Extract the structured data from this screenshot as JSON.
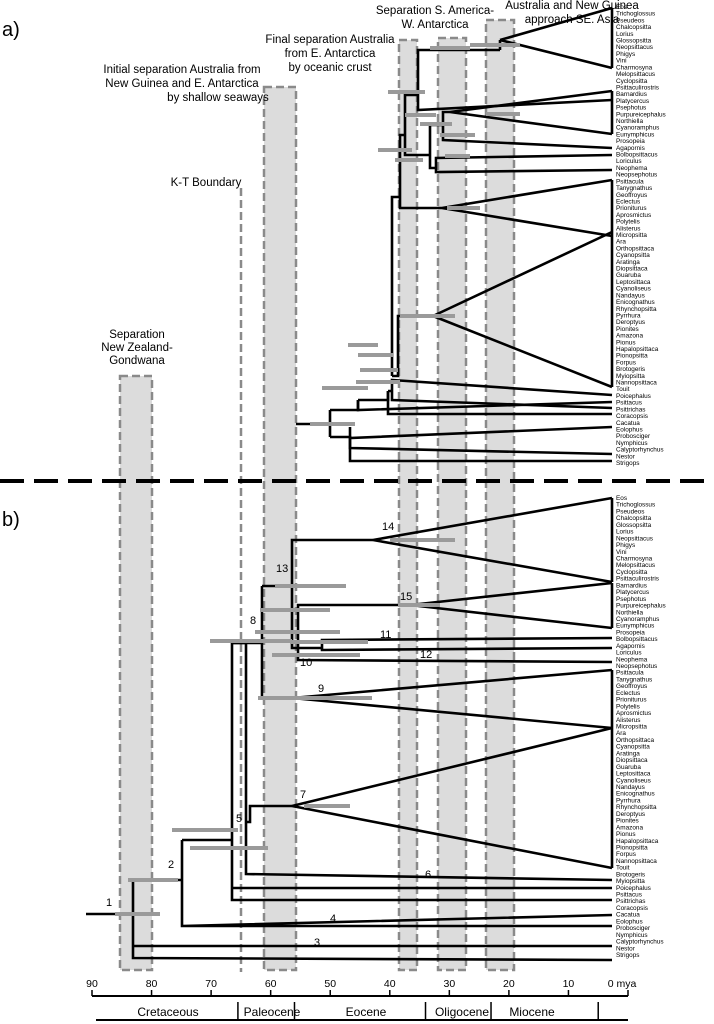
{
  "panels": {
    "a": "a)",
    "b": "b)"
  },
  "events": {
    "nz_gondwana": [
      "Separation",
      "New Zealand-",
      "Gondwana"
    ],
    "kt": [
      "K-T Boundary"
    ],
    "initial_aus": [
      "Initial separation Australia  from",
      "New Guinea and E. Antarctica",
      "by shallow seaways"
    ],
    "final_aus": [
      "Final separation Australia",
      "from E. Antarctica",
      "by oceanic crust"
    ],
    "sam_want": [
      "Separation S. America-",
      "W. Antarctica"
    ],
    "aus_ng": [
      "Australia and New Guinea",
      "approach SE. Asia"
    ]
  },
  "taxa_a": [
    "Eos",
    "Trichoglossus",
    "Pseudeos",
    "Chalcopsitta",
    "Lorius",
    "Glossopsitta",
    "Neopsittacus",
    "Phigys",
    "Vini",
    "Charmosyna",
    "Melopsittacus",
    "Cyclopsitta",
    "Psittaculirostris",
    "Barnardius",
    "Platycercus",
    "Psephotus",
    "Purpureicephalus",
    "Northiella",
    "Cyanoramphus",
    "Eunymphicus",
    "Prosopeia",
    "Agapornis",
    "Bolbopsittacus",
    "Loriculus",
    "Neophema",
    "Neopsephotus",
    "Psittacula",
    "Tanygnathus",
    "Geoffroyus",
    "Eclectus",
    "Prioniturus",
    "Aprosmictus",
    "Polytelis",
    "Alisterus",
    "Micropsitta",
    "Ara",
    "Orthopsittaca",
    "Cyanopsitta",
    "Aratinga",
    "Diopsittaca",
    "Guaruba",
    "Leptosittaca",
    "Cyanoliseus",
    "Nandayus",
    "Enicognathus",
    "Rhynchopsitta",
    "Pyrrhura",
    "Deroptyus",
    "Pionites",
    "Amazona",
    "Pionus",
    "Hapalopsittaca",
    "Pionopsitta",
    "Forpus",
    "Brotogeris",
    "Myiopsitta",
    "Nannopsittaca",
    "Touit",
    "Poicephalus",
    "Psittacus",
    "Psittrichas",
    "Coracopsis",
    "Cacatua",
    "Eolophus",
    "Probosciger",
    "Nymphicus",
    "Calyptorhynchus",
    "Nestor",
    "Strigops"
  ],
  "taxa_b": [
    "Eos",
    "Trichoglossus",
    "Pseudeos",
    "Chalcopsitta",
    "Glossopsitta",
    "Lorius",
    "Neopsittacus",
    "Phigys",
    "Vini",
    "Charmosyna",
    "Melopsittacus",
    "Cyclopsitta",
    "Psittaculirostris",
    "Barnardius",
    "Platycercus",
    "Psephotus",
    "Purpureicephalus",
    "Northiella",
    "Cyanoramphus",
    "Eunymphicus",
    "Prosopeia",
    "Bolbopsittacus",
    "Agapornis",
    "Loriculus",
    "Neophema",
    "Neopsephotus",
    "Psittacula",
    "Tanygnathus",
    "Geoffroyus",
    "Eclectus",
    "Prioniturus",
    "Polytelis",
    "Aprosmictus",
    "Alisterus",
    "Micropsitta",
    "Ara",
    "Orthopsittaca",
    "Cyanopsitta",
    "Aratinga",
    "Diopsittaca",
    "Guaruba",
    "Leptosittaca",
    "Cyanoliseus",
    "Nandayus",
    "Enicognathus",
    "Pyrrhura",
    "Rhynchopsitta",
    "Deroptyus",
    "Pionites",
    "Amazona",
    "Pionus",
    "Hapalopsittaca",
    "Pionopsitta",
    "Forpus",
    "Nannopsittaca",
    "Touit",
    "Brotogeris",
    "Myiopsitta",
    "Poicephalus",
    "Psittacus",
    "Psittrichas",
    "Coracopsis",
    "Cacatua",
    "Eolophus",
    "Probosciger",
    "Nymphicus",
    "Calyptorhynchus",
    "Nestor",
    "Strigops"
  ],
  "node_numbers": [
    "1",
    "2",
    "3",
    "4",
    "5",
    "6",
    "7",
    "8",
    "9",
    "10",
    "11",
    "12",
    "13",
    "14",
    "15"
  ],
  "axis": {
    "ticks": [
      "90",
      "80",
      "70",
      "60",
      "50",
      "40",
      "30",
      "20",
      "10",
      "0 mya"
    ],
    "epochs": [
      "Cretaceous",
      "Paleocene",
      "Eocene",
      "Oligocene",
      "Miocene"
    ]
  },
  "colors": {
    "band_fill": "#dcdcdc",
    "band_border": "#8a8a8a",
    "branch": "#000000",
    "ci_bar": "#9a9a9a"
  }
}
